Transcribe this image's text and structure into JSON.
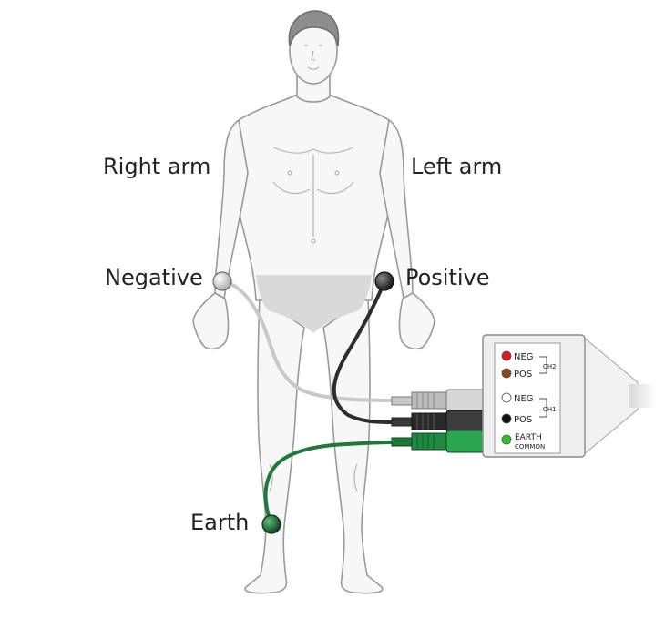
{
  "labels": {
    "right_arm": "Right arm",
    "left_arm": "Left arm",
    "negative": "Negative",
    "positive": "Positive",
    "earth": "Earth"
  },
  "electrodes": {
    "negative": {
      "color": "#cfcfcf"
    },
    "positive": {
      "color": "#2b2b2b"
    },
    "earth": {
      "color": "#1f6b33"
    }
  },
  "hub": {
    "ch2_label": "CH2",
    "ch1_label": "CH1",
    "rows": [
      {
        "text": "NEG",
        "color": "#e11b1b"
      },
      {
        "text": "POS",
        "color": "#8b4a12"
      },
      {
        "text": "NEG",
        "color": "#ffffff"
      },
      {
        "text": "POS",
        "color": "#111111"
      },
      {
        "text": "EARTH",
        "color": "#28c428"
      }
    ],
    "common_label": "COMMON"
  },
  "colors": {
    "wire_negative": "#c8c8c8",
    "wire_positive": "#2d2d2d",
    "wire_earth": "#1e7a3a",
    "body_fill": "#f7f7f7",
    "body_stroke": "#9a9a9a",
    "underwear": "#d9d9d9"
  }
}
